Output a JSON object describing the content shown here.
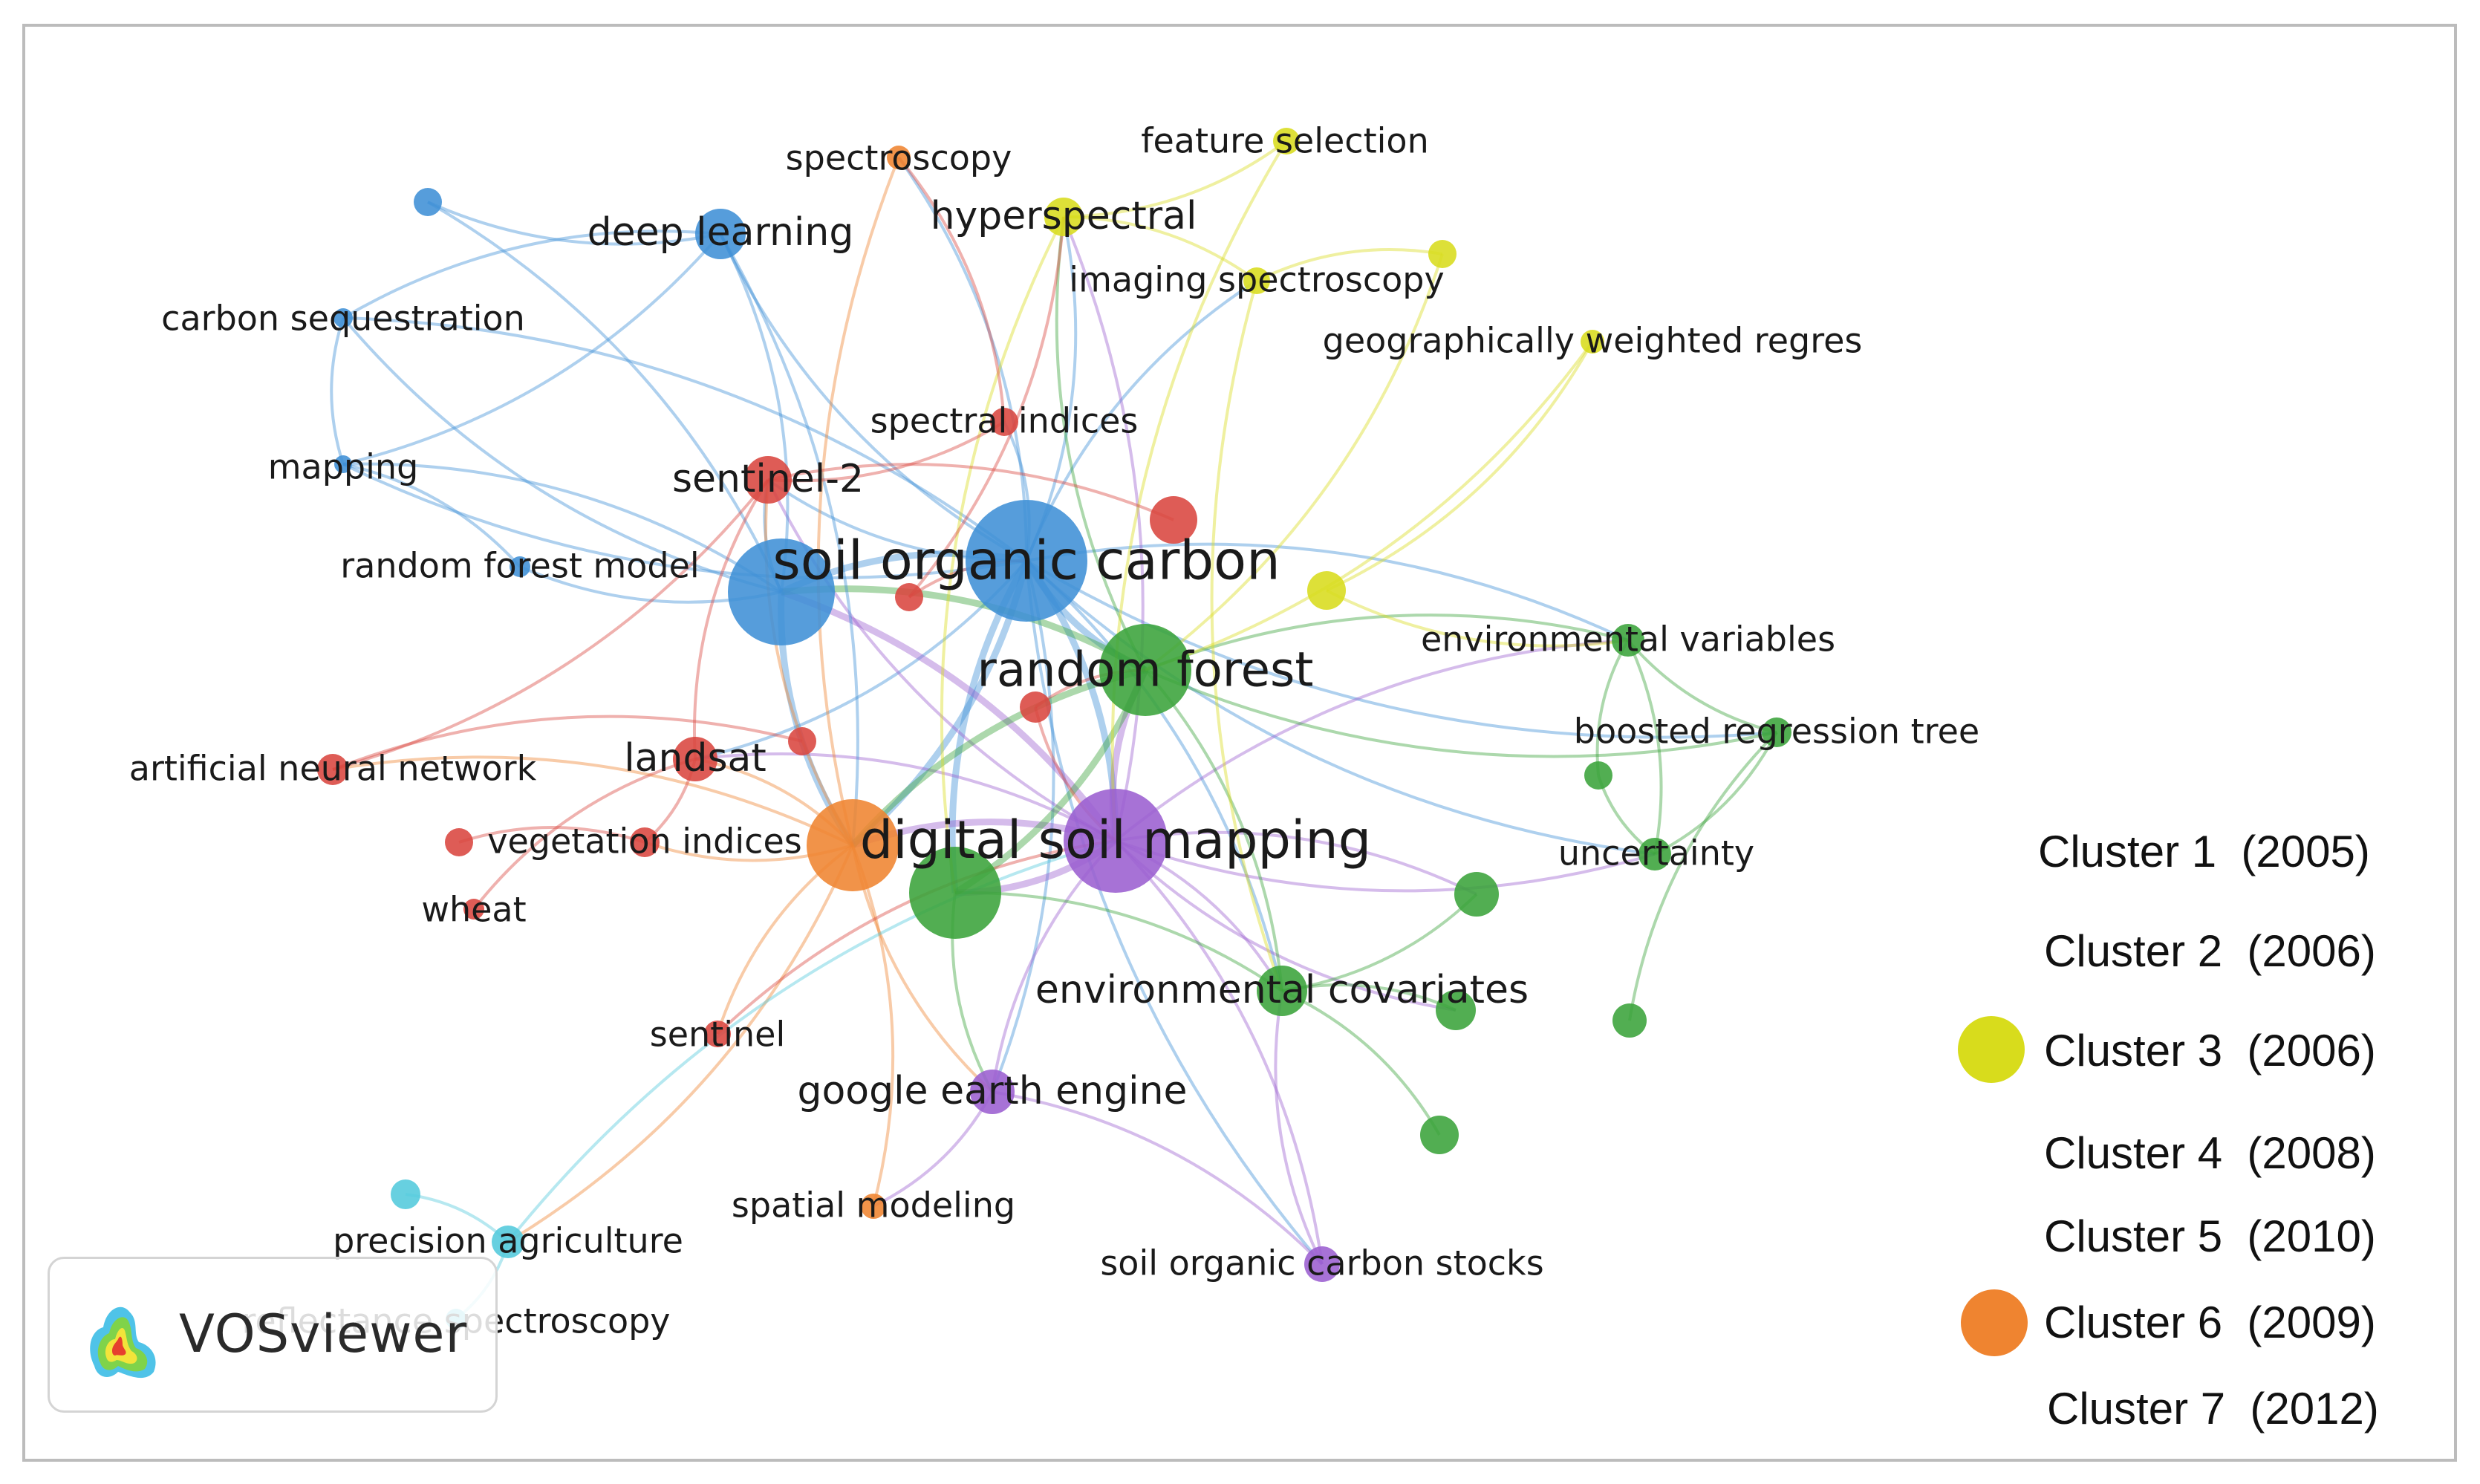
{
  "app": {
    "logo_text": "VOSviewer"
  },
  "colors": {
    "cluster_1": "#d9453f",
    "cluster_2": "#3aa33a",
    "cluster_3": "#d8dc1c",
    "cluster_4": "#3f8fd6",
    "cluster_5": "#9b5fd0",
    "cluster_6": "#ef8430",
    "cluster_7": "#52c9dc"
  },
  "network": {
    "nodes": [
      {
        "id": "soc",
        "label": "soil organic carbon",
        "cluster": 4
      },
      {
        "id": "dsm",
        "label": "digital soil mapping",
        "cluster": 5
      },
      {
        "id": "rf",
        "label": "random forest",
        "cluster": 2
      },
      {
        "id": "dl",
        "label": "deep learning",
        "cluster": 4
      },
      {
        "id": "cs",
        "label": "carbon sequestration",
        "cluster": 4
      },
      {
        "id": "map",
        "label": "mapping",
        "cluster": 4
      },
      {
        "id": "rfm",
        "label": "random forest model",
        "cluster": 4
      },
      {
        "id": "blue_hub",
        "label": "",
        "cluster": 4
      },
      {
        "id": "blue_tl",
        "label": "",
        "cluster": 4
      },
      {
        "id": "spec",
        "label": "spectroscopy",
        "cluster": 6
      },
      {
        "id": "fs",
        "label": "feature selection",
        "cluster": 3
      },
      {
        "id": "hyp",
        "label": "hyperspectral",
        "cluster": 3
      },
      {
        "id": "is",
        "label": "imaging spectroscopy",
        "cluster": 3
      },
      {
        "id": "gwr",
        "label": "geographically weighted regres",
        "cluster": 3
      },
      {
        "id": "y_small1",
        "label": "",
        "cluster": 3
      },
      {
        "id": "y_small2",
        "label": "",
        "cluster": 3
      },
      {
        "id": "si",
        "label": "spectral indices",
        "cluster": 1
      },
      {
        "id": "s2",
        "label": "sentinel-2",
        "cluster": 1
      },
      {
        "id": "ls",
        "label": "landsat",
        "cluster": 1
      },
      {
        "id": "ann",
        "label": "artificial neural network",
        "cluster": 1
      },
      {
        "id": "vi",
        "label": "vegetation indices",
        "cluster": 1
      },
      {
        "id": "wheat",
        "label": "wheat",
        "cluster": 1
      },
      {
        "id": "sent",
        "label": "sentinel",
        "cluster": 1
      },
      {
        "id": "r1",
        "label": "",
        "cluster": 1
      },
      {
        "id": "r2",
        "label": "",
        "cluster": 1
      },
      {
        "id": "r3",
        "label": "",
        "cluster": 1
      },
      {
        "id": "r4",
        "label": "",
        "cluster": 1
      },
      {
        "id": "r5",
        "label": "",
        "cluster": 1
      },
      {
        "id": "ev",
        "label": "environmental variables",
        "cluster": 2
      },
      {
        "id": "brt",
        "label": "boosted regression tree",
        "cluster": 2
      },
      {
        "id": "unc",
        "label": "uncertainty",
        "cluster": 2
      },
      {
        "id": "ec",
        "label": "environmental covariates",
        "cluster": 2
      },
      {
        "id": "g_big",
        "label": "",
        "cluster": 2
      },
      {
        "id": "g1",
        "label": "",
        "cluster": 2
      },
      {
        "id": "g2",
        "label": "",
        "cluster": 2
      },
      {
        "id": "g3",
        "label": "",
        "cluster": 2
      },
      {
        "id": "g4",
        "label": "",
        "cluster": 2
      },
      {
        "id": "g5",
        "label": "",
        "cluster": 2
      },
      {
        "id": "gee",
        "label": "google earth engine",
        "cluster": 5
      },
      {
        "id": "socs",
        "label": "soil organic carbon stocks",
        "cluster": 5
      },
      {
        "id": "orange",
        "label": "",
        "cluster": 6
      },
      {
        "id": "sm",
        "label": "spatial modeling",
        "cluster": 6
      },
      {
        "id": "pa",
        "label": "precision agriculture",
        "cluster": 7
      },
      {
        "id": "rs",
        "label": "reflectance spectroscopy",
        "cluster": 7
      },
      {
        "id": "c7_small",
        "label": "",
        "cluster": 7
      }
    ],
    "links": [
      [
        "soc",
        "dsm"
      ],
      [
        "soc",
        "rf"
      ],
      [
        "soc",
        "dl"
      ],
      [
        "soc",
        "blue_hub"
      ],
      [
        "soc",
        "s2"
      ],
      [
        "soc",
        "hyp"
      ],
      [
        "soc",
        "ev"
      ],
      [
        "soc",
        "brt"
      ],
      [
        "soc",
        "gee"
      ],
      [
        "soc",
        "socs"
      ],
      [
        "soc",
        "orange"
      ],
      [
        "soc",
        "si"
      ],
      [
        "soc",
        "map"
      ],
      [
        "soc",
        "cs"
      ],
      [
        "soc",
        "ls"
      ],
      [
        "soc",
        "unc"
      ],
      [
        "soc",
        "ec"
      ],
      [
        "soc",
        "spec"
      ],
      [
        "soc",
        "is"
      ],
      [
        "soc",
        "g_big"
      ],
      [
        "dsm",
        "rf"
      ],
      [
        "dsm",
        "orange"
      ],
      [
        "dsm",
        "ec"
      ],
      [
        "dsm",
        "gee"
      ],
      [
        "dsm",
        "socs"
      ],
      [
        "dsm",
        "blue_hub"
      ],
      [
        "dsm",
        "ev"
      ],
      [
        "dsm",
        "unc"
      ],
      [
        "dsm",
        "g1"
      ],
      [
        "dsm",
        "g2"
      ],
      [
        "dsm",
        "g_big"
      ],
      [
        "dsm",
        "hyp"
      ],
      [
        "dsm",
        "s2"
      ],
      [
        "dsm",
        "ls"
      ],
      [
        "rf",
        "ev"
      ],
      [
        "rf",
        "brt"
      ],
      [
        "rf",
        "hyp"
      ],
      [
        "rf",
        "blue_hub"
      ],
      [
        "rf",
        "ec"
      ],
      [
        "rf",
        "orange"
      ],
      [
        "rf",
        "g_big"
      ],
      [
        "blue_hub",
        "dl"
      ],
      [
        "blue_hub",
        "cs"
      ],
      [
        "blue_hub",
        "map"
      ],
      [
        "blue_hub",
        "rfm"
      ],
      [
        "blue_hub",
        "blue_tl"
      ],
      [
        "blue_hub",
        "s2"
      ],
      [
        "blue_hub",
        "orange"
      ],
      [
        "dl",
        "map"
      ],
      [
        "dl",
        "cs"
      ],
      [
        "dl",
        "orange"
      ],
      [
        "blue_tl",
        "dl"
      ],
      [
        "map",
        "rfm"
      ],
      [
        "cs",
        "map"
      ],
      [
        "orange",
        "spec"
      ],
      [
        "orange",
        "ls"
      ],
      [
        "orange",
        "vi"
      ],
      [
        "orange",
        "sent"
      ],
      [
        "orange",
        "sm"
      ],
      [
        "orange",
        "gee"
      ],
      [
        "orange",
        "s2"
      ],
      [
        "orange",
        "ann"
      ],
      [
        "orange",
        "pa"
      ],
      [
        "hyp",
        "fs"
      ],
      [
        "hyp",
        "is"
      ],
      [
        "hyp",
        "g_big"
      ],
      [
        "is",
        "y_small1"
      ],
      [
        "is",
        "ec"
      ],
      [
        "gwr",
        "y_small2"
      ],
      [
        "y_small2",
        "ev"
      ],
      [
        "y_small1",
        "rf"
      ],
      [
        "fs",
        "dsm"
      ],
      [
        "gwr",
        "rf"
      ],
      [
        "s2",
        "si"
      ],
      [
        "s2",
        "ann"
      ],
      [
        "s2",
        "ls"
      ],
      [
        "s2",
        "r1"
      ],
      [
        "si",
        "spec"
      ],
      [
        "r3",
        "soc"
      ],
      [
        "r3",
        "hyp"
      ],
      [
        "ls",
        "vi"
      ],
      [
        "ls",
        "wheat"
      ],
      [
        "ann",
        "r5"
      ],
      [
        "vi",
        "r2"
      ],
      [
        "sent",
        "dsm"
      ],
      [
        "r4",
        "dsm"
      ],
      [
        "r4",
        "rf"
      ],
      [
        "ev",
        "brt"
      ],
      [
        "ev",
        "unc"
      ],
      [
        "ev",
        "g3"
      ],
      [
        "brt",
        "unc"
      ],
      [
        "brt",
        "g5"
      ],
      [
        "unc",
        "g3"
      ],
      [
        "ec",
        "g1"
      ],
      [
        "ec",
        "g4"
      ],
      [
        "g2",
        "ec"
      ],
      [
        "g_big",
        "ec"
      ],
      [
        "g_big",
        "gee"
      ],
      [
        "gee",
        "sm"
      ],
      [
        "socs",
        "gee"
      ],
      [
        "socs",
        "ec"
      ],
      [
        "pa",
        "c7_small"
      ],
      [
        "pa",
        "dsm"
      ],
      [
        "rs",
        "pa"
      ]
    ]
  },
  "legend": [
    {
      "label": "Cluster 1  (2005)",
      "dot": false
    },
    {
      "label": "Cluster 2  (2006)",
      "dot": false
    },
    {
      "label": "Cluster 3  (2006)",
      "dot": true,
      "color": "#d8dc1c"
    },
    {
      "label": "Cluster 4  (2008)",
      "dot": false
    },
    {
      "label": "Cluster 5  (2010)",
      "dot": false
    },
    {
      "label": "Cluster 6  (2009)",
      "dot": true,
      "color": "#ef8430"
    },
    {
      "label": "Cluster 7  (2012)",
      "dot": false
    }
  ]
}
